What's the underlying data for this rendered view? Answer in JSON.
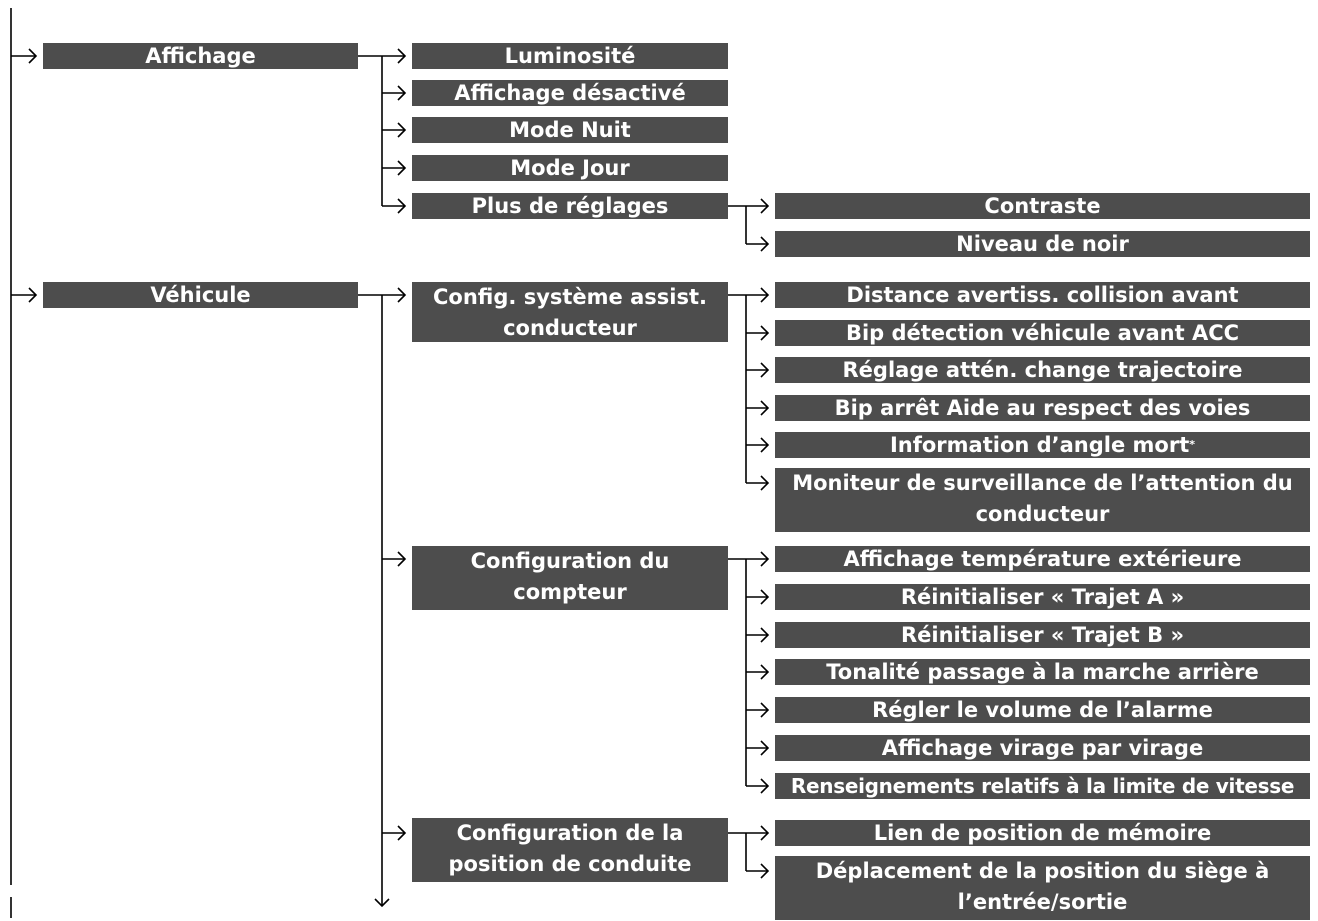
{
  "tree": {
    "affichage": {
      "label": "Affichage",
      "children": {
        "luminosite": "Luminosité",
        "affichage_desactive": "Affichage désactivé",
        "mode_nuit": "Mode Nuit",
        "mode_jour": "Mode Jour",
        "plus_de_reglages": {
          "label": "Plus de réglages",
          "children": {
            "contraste": "Contraste",
            "niveau_de_noir": "Niveau de noir"
          }
        }
      }
    },
    "vehicule": {
      "label": "Véhicule",
      "children": {
        "config_assist": {
          "label": "Config. système assist. conducteur",
          "children": {
            "distance_avertiss": "Distance avertiss. collision avant",
            "bip_detection": "Bip détection véhicule avant ACC",
            "reglage_atten": "Réglage attén. change trajectoire",
            "bip_arret": "Bip arrêt Aide au respect des voies",
            "information_angle_mort": "Information d’angle mort",
            "information_angle_mort_mark": "*",
            "moniteur_surveillance": "Moniteur de surveillance de l’attention du conducteur"
          }
        },
        "config_compteur": {
          "label": "Configuration du compteur",
          "children": {
            "affichage_temperature": "Affichage température extérieure",
            "reinit_trajet_a": "Réinitialiser « Trajet A »",
            "reinit_trajet_b": "Réinitialiser « Trajet B »",
            "tonalite_marche_arriere": "Tonalité passage à la marche arrière",
            "regler_volume_alarme": "Régler le volume de l’alarme",
            "affichage_virage": "Affichage virage par virage",
            "renseignements_limite": "Renseignements relatifs à la limite de vitesse"
          }
        },
        "config_position": {
          "label": "Configuration de la position de conduite",
          "children": {
            "lien_position_memoire": "Lien de position de mémoire",
            "deplacement_siege": "Déplacement de la position du siège à l’entrée/sortie"
          }
        }
      }
    }
  },
  "colors": {
    "box_fill": "#4d4d4d",
    "box_text": "#ffffff",
    "line": "#000000",
    "background": "#ffffff"
  }
}
